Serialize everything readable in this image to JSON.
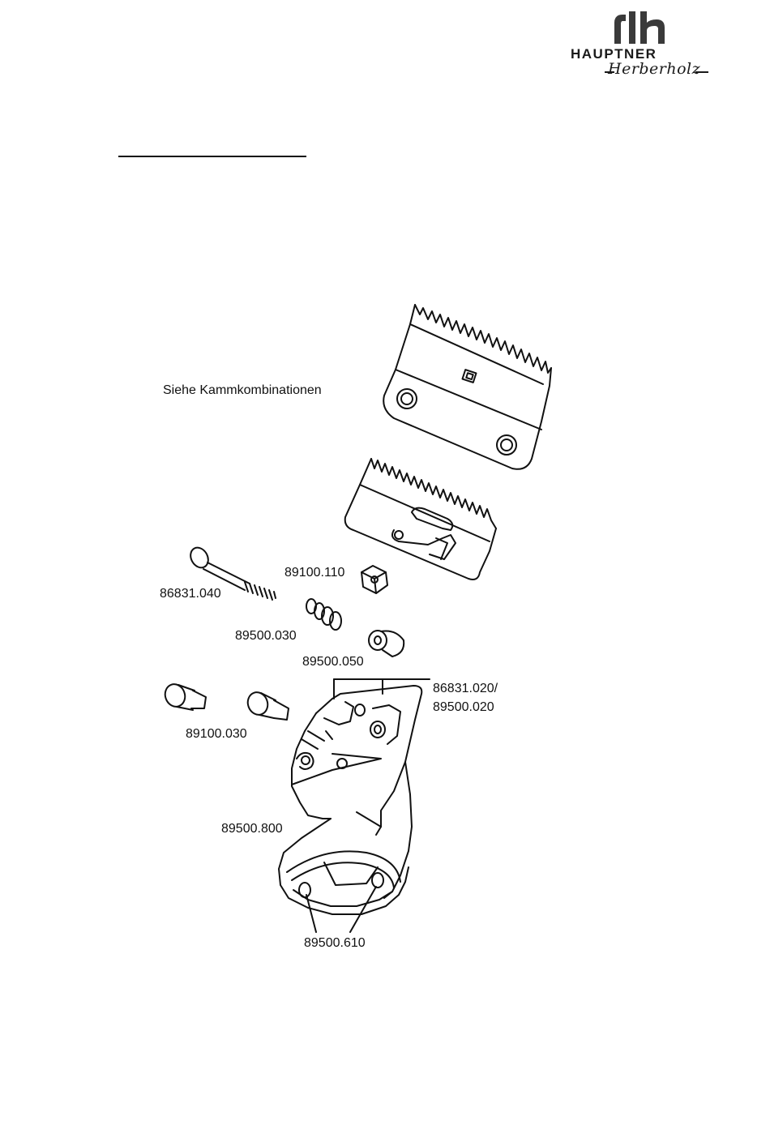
{
  "logo": {
    "brand": "HAUPTNER",
    "script": "Herberholz"
  },
  "labels": {
    "comb_note": "Siehe Kammkombinationen",
    "nut": "89100.110",
    "bolt": "86831.040",
    "spring": "89500.030",
    "cap": "89500.050",
    "screws": "89100.030",
    "part_a": "86831.020/",
    "part_b": "89500.020",
    "housing": "89500.800",
    "pins": "89500.610"
  },
  "colors": {
    "ink": "#111111",
    "logo_accent": "#1a1a1a"
  }
}
